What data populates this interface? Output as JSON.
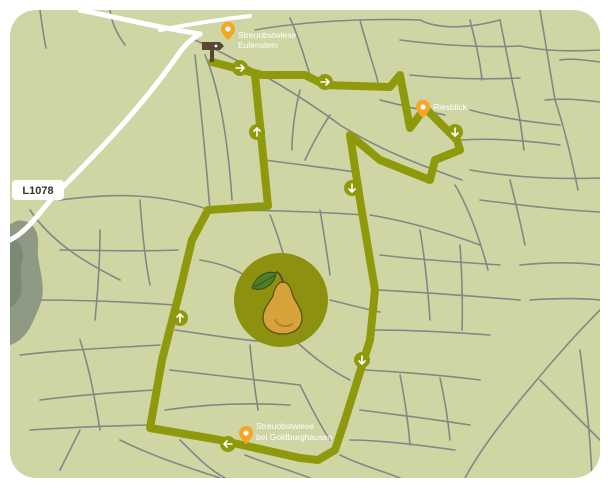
{
  "map": {
    "road_label": "L1078",
    "colors": {
      "land": "#cfd6a3",
      "streets": "#7f8a86",
      "route": "#8e9a0c",
      "marker": "#f6a623",
      "forest": "#8e9a84",
      "pear_circle": "#8c920f",
      "pear_fill": "#d8a23b",
      "leaf": "#4f7d28",
      "sign": "#5a4632"
    }
  },
  "pois": [
    {
      "line1": "Streuobstwiese",
      "line2": "Eulenstein",
      "icon": "map-pin-icon"
    },
    {
      "line1": "Riesblick",
      "line2": "",
      "icon": "map-pin-icon"
    },
    {
      "line1": "Streuobstwiese",
      "line2": "bei Goldburghausen",
      "icon": "map-pin-icon"
    }
  ],
  "icons": {
    "start": "signpost-icon",
    "center": "pear-icon",
    "direction": "arrow-icon"
  }
}
